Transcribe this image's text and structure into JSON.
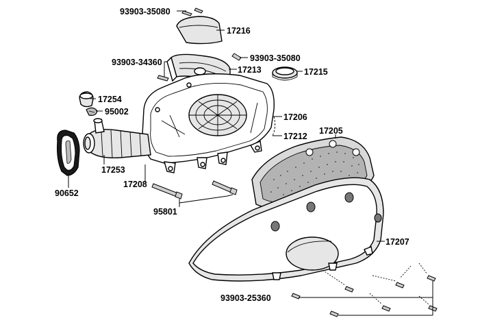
{
  "diagram": {
    "labels": {
      "p93903_35080_top": "93903-35080",
      "p17216": "17216",
      "p93903_35080_mid": "93903-35080",
      "p93903_34360": "93903-34360",
      "p17213": "17213",
      "p17215": "17215",
      "p17254": "17254",
      "p95002": "95002",
      "p17206": "17206",
      "p17212": "17212",
      "p17205": "17205",
      "p17253": "17253",
      "p17208": "17208",
      "p90652": "90652",
      "p95801": "95801",
      "p17207": "17207",
      "p93903_25360": "93903-25360"
    }
  }
}
